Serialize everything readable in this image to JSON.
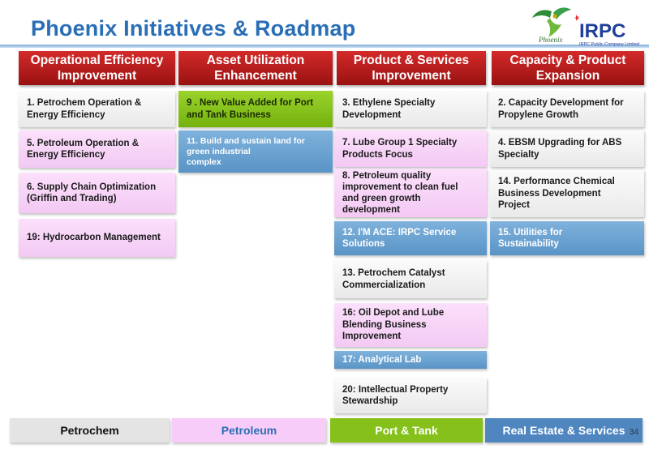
{
  "title": "Phoenix Initiatives & Roadmap",
  "logo": {
    "phoenix_text": "Phoenix",
    "irpc_text": "IRPC",
    "company_text": "IRPC Public Company Limited"
  },
  "columns": [
    {
      "header": "Operational Efficiency\nImprovement"
    },
    {
      "header": "Asset Utilization\nEnhancement"
    },
    {
      "header": "Product & Services\nImprovement"
    },
    {
      "header": "Capacity & Product\nExpansion"
    }
  ],
  "cards": {
    "c1": "1.  Petrochem Operation &\n     Energy Efficiency",
    "c5": "5.  Petroleum Operation &\n     Energy Efficiency",
    "c6": "6.  Supply Chain Optimization\n     (Griffin and Trading)",
    "c19": "19: Hydrocarbon Management",
    "c9": "9 . New Value Added for Port\n      and Tank Business",
    "c11": "11. Build and sustain land for\n      green industrial\n      complex",
    "c3": "3. Ethylene Specialty\n    Development",
    "c7": "7. Lube Group 1 Specialty\n    Products Focus",
    "c8": "8. Petroleum quality\n    improvement to clean fuel\n    and green growth\n    development",
    "c12": "12. I'M ACE: IRPC Service\n      Solutions",
    "c13": "13. Petrochem Catalyst\n      Commercialization",
    "c16": "16: Oil Depot and Lube\n      Blending Business\n      Improvement",
    "c17": "17: Analytical Lab",
    "c20": "20: Intellectual Property\n      Stewardship",
    "c2": "2. Capacity Development for\n    Propylene Growth",
    "c4": "4.  EBSM Upgrading for ABS\n     Specialty",
    "c14": "14. Performance Chemical\n       Business Development\n       Project",
    "c15": "15. Utilities for\n      Sustainability"
  },
  "footer": [
    {
      "label": "Petrochem"
    },
    {
      "label": "Petroleum"
    },
    {
      "label": "Port & Tank"
    },
    {
      "label": "Real Estate & Services"
    }
  ],
  "page_number": "34",
  "colors": {
    "title": "#2a6fb5",
    "header_red": "#c21d1d",
    "pink": "#f3c9f3",
    "green": "#85c11a",
    "blue": "#6aa2d0",
    "grey": "#eeeeee"
  }
}
